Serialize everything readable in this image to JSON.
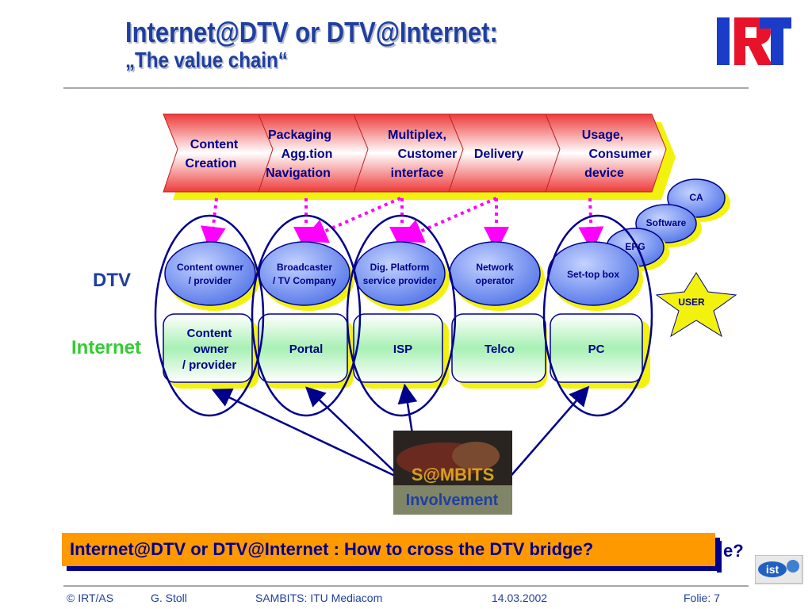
{
  "title": {
    "line1": "Internet@DTV or DTV@Internet:",
    "line2": "„The value chain“"
  },
  "logo": {
    "text": "IRT"
  },
  "chain": [
    {
      "lines": [
        "Content",
        "Creation"
      ]
    },
    {
      "lines": [
        "Packaging",
        "Agg.tion",
        "Navigation"
      ]
    },
    {
      "lines": [
        "Multiplex,",
        "Customer",
        "interface"
      ]
    },
    {
      "lines": [
        "Delivery"
      ]
    },
    {
      "lines": [
        "Usage,",
        "Consumer",
        "device"
      ]
    }
  ],
  "rows": {
    "dtv": "DTV",
    "internet": "Internet"
  },
  "dtv_nodes": [
    {
      "lines": [
        "Content owner",
        "/ provider"
      ]
    },
    {
      "lines": [
        "Broadcaster",
        "/ TV Company"
      ]
    },
    {
      "lines": [
        "Dig. Platform",
        "service provider"
      ]
    },
    {
      "lines": [
        "Network",
        "operator"
      ]
    },
    {
      "lines": [
        "Set-top box"
      ]
    }
  ],
  "stb_extras": [
    {
      "label": "CA"
    },
    {
      "label": "Software"
    },
    {
      "label": "EPG"
    }
  ],
  "user": {
    "label": "USER"
  },
  "internet_nodes": [
    {
      "lines": [
        "Content",
        "owner",
        "/ provider"
      ]
    },
    {
      "lines": [
        "Portal"
      ]
    },
    {
      "lines": [
        "ISP"
      ]
    },
    {
      "lines": [
        "Telco"
      ]
    },
    {
      "lines": [
        "PC"
      ]
    }
  ],
  "sambits": {
    "logo_text": "S@MBITS",
    "caption": "Involvement"
  },
  "bridge": {
    "text": "Internet@DTV or DTV@Internet : How to cross the DTV bridge?",
    "overflow": "e?"
  },
  "footer": {
    "copyright": "© IRT/AS",
    "author": "G.  Stoll",
    "event": "SAMBITS: ITU Mediacom",
    "date": "14.03.2002",
    "folie": "Folie:  7"
  },
  "ist_logo": {
    "text": "ist"
  },
  "colors": {
    "title": "#1f3fa0",
    "node_text": "#00008b",
    "shadow": "#f2f20e",
    "arrow": "#ff00ff",
    "internet": "#33cc33",
    "bridge": "#ff9900"
  }
}
